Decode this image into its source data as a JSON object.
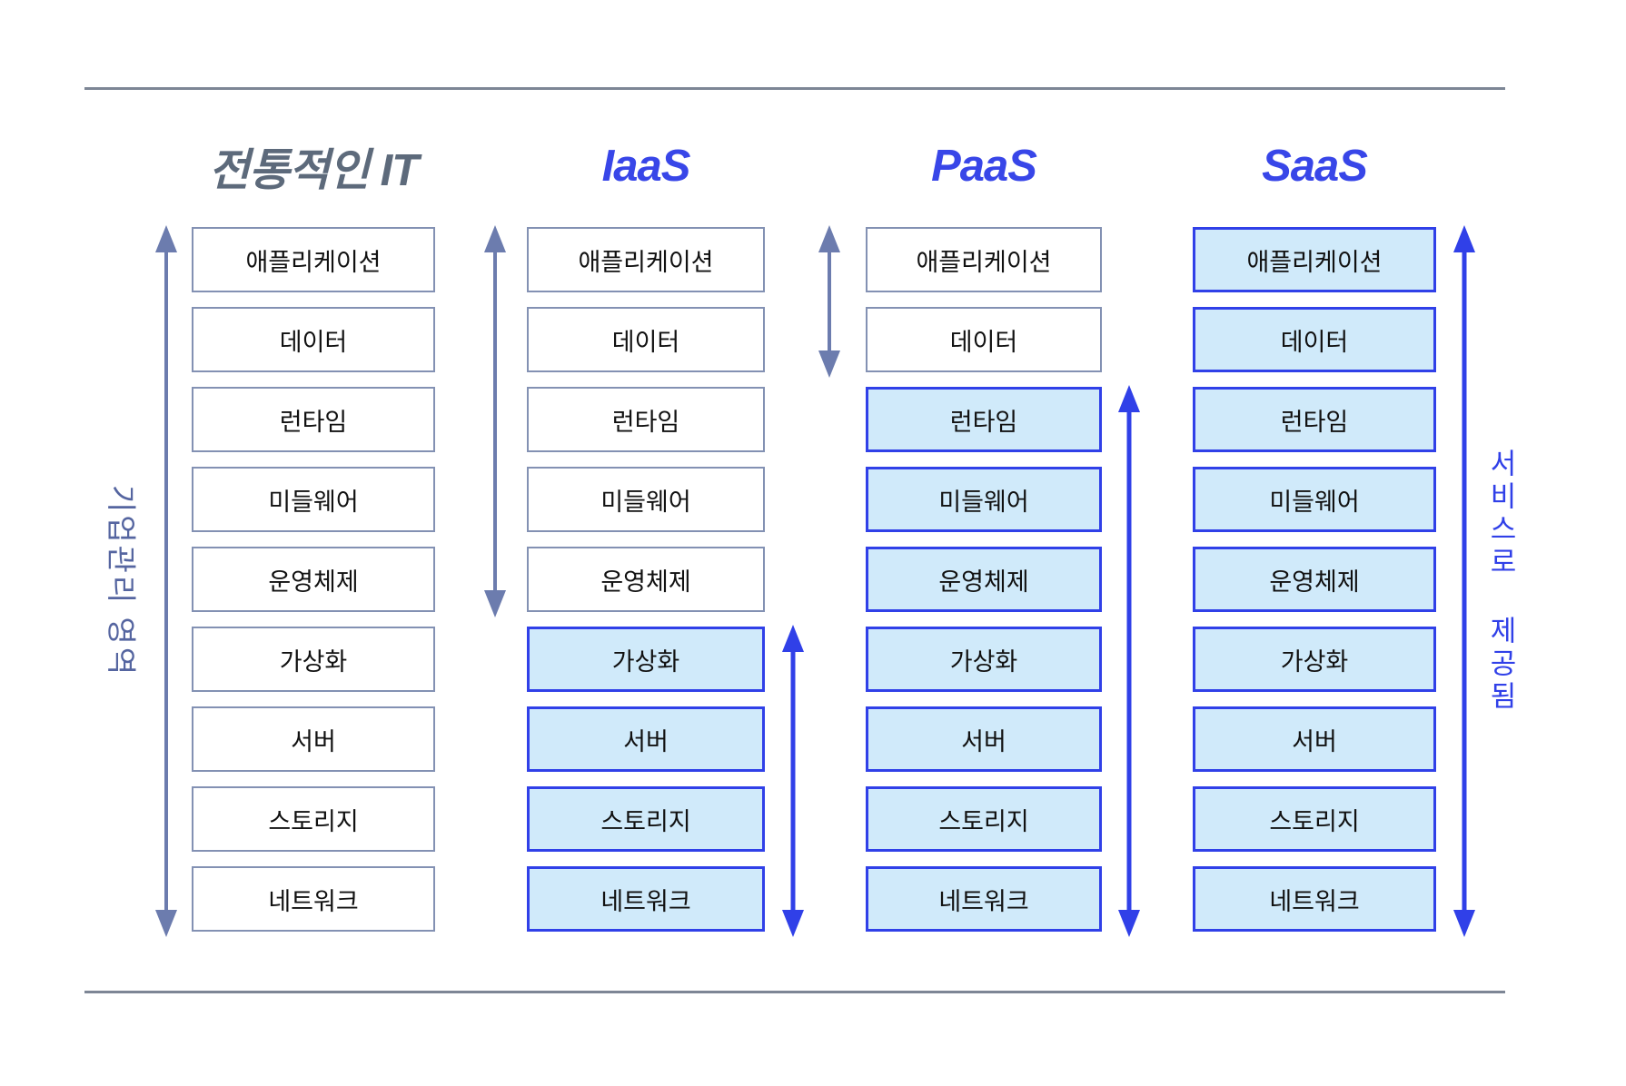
{
  "page": {
    "left_axis_label": "기업관리 영역",
    "right_axis_label": "서비스로 제공됨"
  },
  "rows": [
    "애플리케이션",
    "데이터",
    "런타임",
    "미들웨어",
    "운영체제",
    "가상화",
    "서버",
    "스토리지",
    "네트워크"
  ],
  "row_keys": [
    "application",
    "data",
    "runtime",
    "middleware",
    "os",
    "virtualization",
    "server",
    "storage",
    "network"
  ],
  "columns": [
    {
      "key": "traditional-it",
      "title": "전통적인 IT",
      "service_rows_from": 9
    },
    {
      "key": "iaas",
      "title": "IaaS",
      "service_rows_from": 5
    },
    {
      "key": "paas",
      "title": "PaaS",
      "service_rows_from": 2
    },
    {
      "key": "saas",
      "title": "SaaS",
      "service_rows_from": 0
    }
  ],
  "arrows": [
    {
      "name": "traditional-it-managed-range-arrow",
      "kind": "managed",
      "col": 0,
      "side": "left",
      "row_start": 0,
      "row_end": 8
    },
    {
      "name": "iaas-managed-range-arrow",
      "kind": "managed",
      "col": 1,
      "side": "left",
      "row_start": 0,
      "row_end": 4
    },
    {
      "name": "iaas-service-range-arrow",
      "kind": "service",
      "col": 1,
      "side": "right",
      "row_start": 5,
      "row_end": 8
    },
    {
      "name": "paas-managed-range-arrow",
      "kind": "managed",
      "col": 2,
      "side": "left",
      "row_start": 0,
      "row_end": 1
    },
    {
      "name": "paas-service-range-arrow",
      "kind": "service",
      "col": 2,
      "side": "right",
      "row_start": 2,
      "row_end": 8
    },
    {
      "name": "saas-service-range-arrow",
      "kind": "service",
      "col": 3,
      "side": "right",
      "row_start": 0,
      "row_end": 8
    }
  ],
  "colors": {
    "accent_blue": "#3040e8",
    "header_blue": "#3846e8",
    "service_fill": "#d0eafa",
    "managed_border": "#8391b3",
    "gray_arrow": "#6c7cae",
    "traditional_title": "#5d6a7b",
    "rule": "#7d8695",
    "left_label_color": "#5565a0",
    "box_text": "#111111"
  }
}
